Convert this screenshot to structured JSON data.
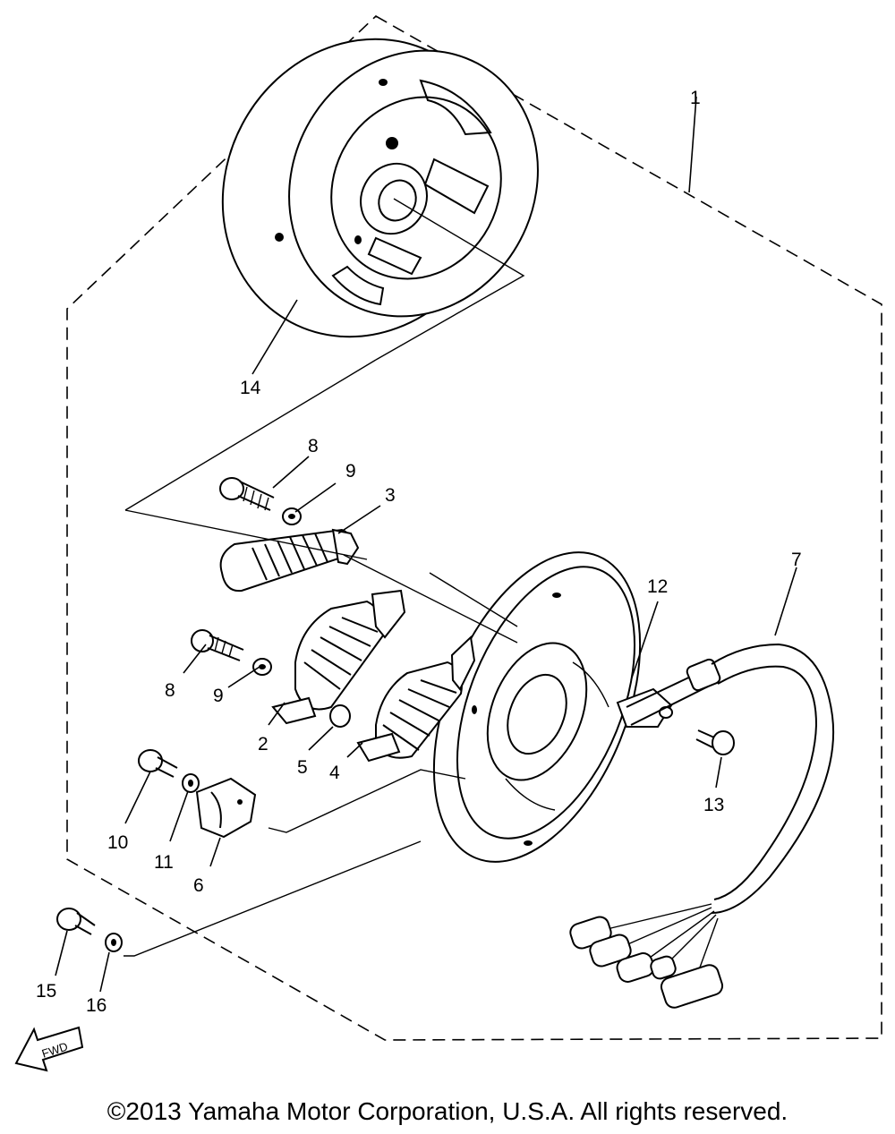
{
  "parts": [
    {
      "id": "1",
      "name": "part-label-1"
    },
    {
      "id": "2",
      "name": "part-label-2"
    },
    {
      "id": "3",
      "name": "part-label-3"
    },
    {
      "id": "4",
      "name": "part-label-4"
    },
    {
      "id": "5",
      "name": "part-label-5"
    },
    {
      "id": "6",
      "name": "part-label-6"
    },
    {
      "id": "7",
      "name": "part-label-7"
    },
    {
      "id": "8",
      "name": "part-label-8"
    },
    {
      "id": "9",
      "name": "part-label-9"
    },
    {
      "id": "10",
      "name": "part-label-10"
    },
    {
      "id": "11",
      "name": "part-label-11"
    },
    {
      "id": "12",
      "name": "part-label-12"
    },
    {
      "id": "13",
      "name": "part-label-13"
    },
    {
      "id": "14",
      "name": "part-label-14"
    },
    {
      "id": "15",
      "name": "part-label-15"
    },
    {
      "id": "16",
      "name": "part-label-16"
    }
  ],
  "labels": {
    "l1": "1",
    "l2": "2",
    "l3": "3",
    "l4": "4",
    "l5": "5",
    "l6": "6",
    "l7": "7",
    "l8a": "8",
    "l8b": "8",
    "l9a": "9",
    "l9b": "9",
    "l10": "10",
    "l11": "11",
    "l12": "12",
    "l13": "13",
    "l14": "14",
    "l15": "15",
    "l16": "16"
  },
  "direction_arrow": "FWD",
  "copyright": "©2013 Yamaha Motor Corporation, U.S.A. All rights reserved."
}
